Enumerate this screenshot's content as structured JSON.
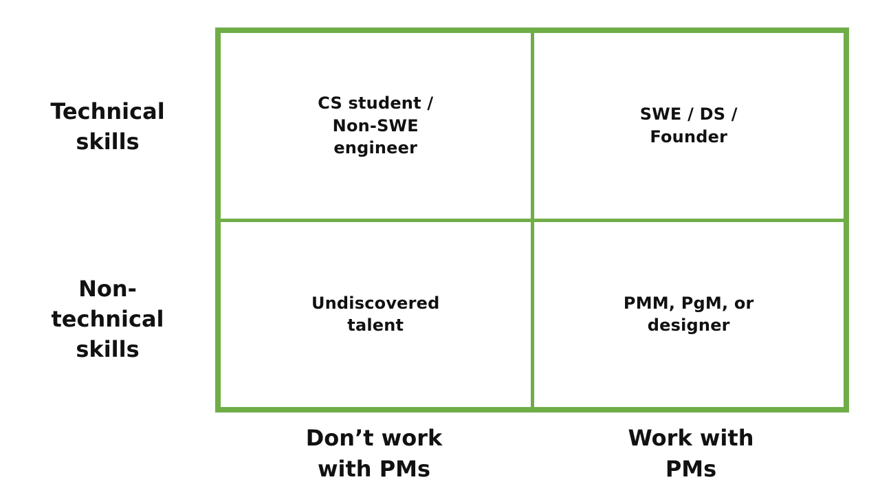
{
  "colors": {
    "border_green": "#70AD47",
    "text": "#111111",
    "background": "#FFFFFF"
  },
  "diagram": {
    "type": "2x2-matrix",
    "y_axis": {
      "row_labels": [
        {
          "label": "Technical\nskills"
        },
        {
          "label": "Non-\ntechnical\nskills"
        }
      ]
    },
    "x_axis": {
      "col_labels": [
        {
          "label": "Don’t work\nwith PMs"
        },
        {
          "label": "Work with\nPMs"
        }
      ]
    },
    "cells": [
      {
        "row": "Technical skills",
        "col": "Don’t work with PMs",
        "label": "CS student /\nNon-SWE\nengineer"
      },
      {
        "row": "Technical skills",
        "col": "Work with PMs",
        "label": "SWE / DS /\nFounder"
      },
      {
        "row": "Non-technical skills",
        "col": "Don’t work with PMs",
        "label": "Undiscovered\ntalent"
      },
      {
        "row": "Non-technical skills",
        "col": "Work with PMs",
        "label": "PMM, PgM, or\ndesigner"
      }
    ]
  }
}
